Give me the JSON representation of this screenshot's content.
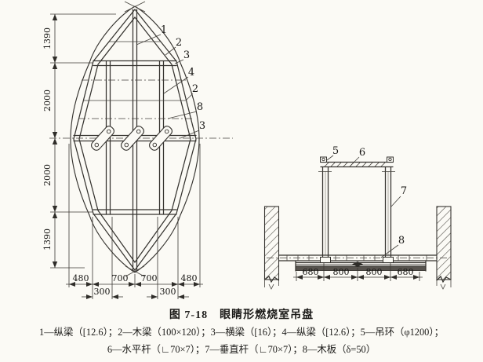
{
  "figure": {
    "title": "图 7-18　眼睛形燃烧室吊盘",
    "legend_line1": "1—纵梁（[12.6）；2—木梁（100×120）；3—横梁（[16）；4—纵梁（[12.6）；5—吊环（φ1200）；",
    "legend_line2": "6—水平杆（∟70×7）；7—垂直杆（∟70×7）；8—木板（δ=50）"
  },
  "front_view": {
    "vertical_dims": [
      "1390",
      "2000",
      "2000",
      "1390"
    ],
    "bottom_dims_row1": [
      "480",
      "700",
      "700",
      "480"
    ],
    "bottom_dims_row2": [
      "300",
      "300"
    ],
    "callouts": [
      "1",
      "2",
      "3",
      "4",
      "2",
      "8",
      "3"
    ]
  },
  "section_view": {
    "callouts": [
      "5",
      "6",
      "7",
      "8"
    ],
    "bottom_dims": [
      "680",
      "800",
      "800",
      "680"
    ]
  },
  "colors": {
    "paper": "#fbfaf5",
    "ink": "#35332f",
    "text": "#171614"
  }
}
